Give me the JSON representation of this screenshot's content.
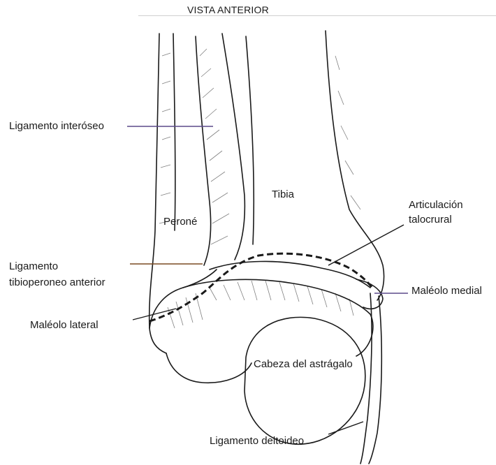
{
  "title": "VISTA ANTERIOR",
  "labels": {
    "interoseo": "Ligamento interóseo",
    "tibia": "Tibia",
    "perone": "Peroné",
    "articulacion_1": "Articulación",
    "articulacion_2": "talocrural",
    "tibioperoneo_1": "Ligamento",
    "tibioperoneo_2": "tibioperoneo anterior",
    "maleolo_medial": "Maléolo medial",
    "maleolo_lateral": "Maléolo lateral",
    "astragalo": "Cabeza del astrágalo",
    "deltoideo": "Ligamento deltoideo"
  },
  "colors": {
    "leader_purple": "#5b4a8a",
    "leader_brown": "#7a4a22",
    "ink": "#1a1a1a"
  }
}
